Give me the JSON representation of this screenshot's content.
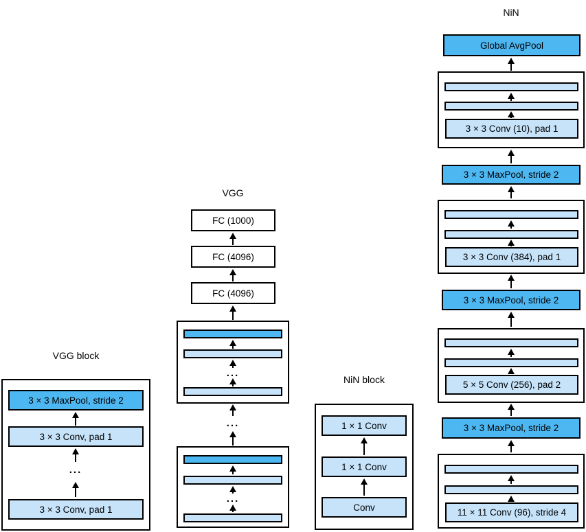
{
  "colors": {
    "dark_blue": "#4DB7F2",
    "light_blue": "#C6E3FA",
    "box_border": "#000000",
    "background": "#FFFFFF"
  },
  "vgg_block": {
    "title": "VGG block",
    "maxpool_label": "3 × 3 MaxPool, stride 2",
    "conv_label": "3 × 3 Conv, pad 1",
    "ellipsis": "..."
  },
  "vgg": {
    "title": "VGG",
    "fc1_label": "FC (1000)",
    "fc2_label": "FC (4096)",
    "fc3_label": "FC (4096)",
    "ellipsis": "..."
  },
  "nin_block": {
    "title": "NiN block",
    "conv1x1_label": "1 × 1 Conv",
    "conv_label": "Conv"
  },
  "nin": {
    "title": "NiN",
    "global_avgpool_label": "Global AvgPool",
    "maxpool_label": "3 × 3 MaxPool, stride 2",
    "conv10_label": "3 × 3 Conv (10), pad 1",
    "conv384_label": "3 × 3 Conv (384), pad 1",
    "conv256_label": "5 × 5 Conv (256), pad 2",
    "conv96_label": "11 × 11 Conv (96), stride 4"
  }
}
